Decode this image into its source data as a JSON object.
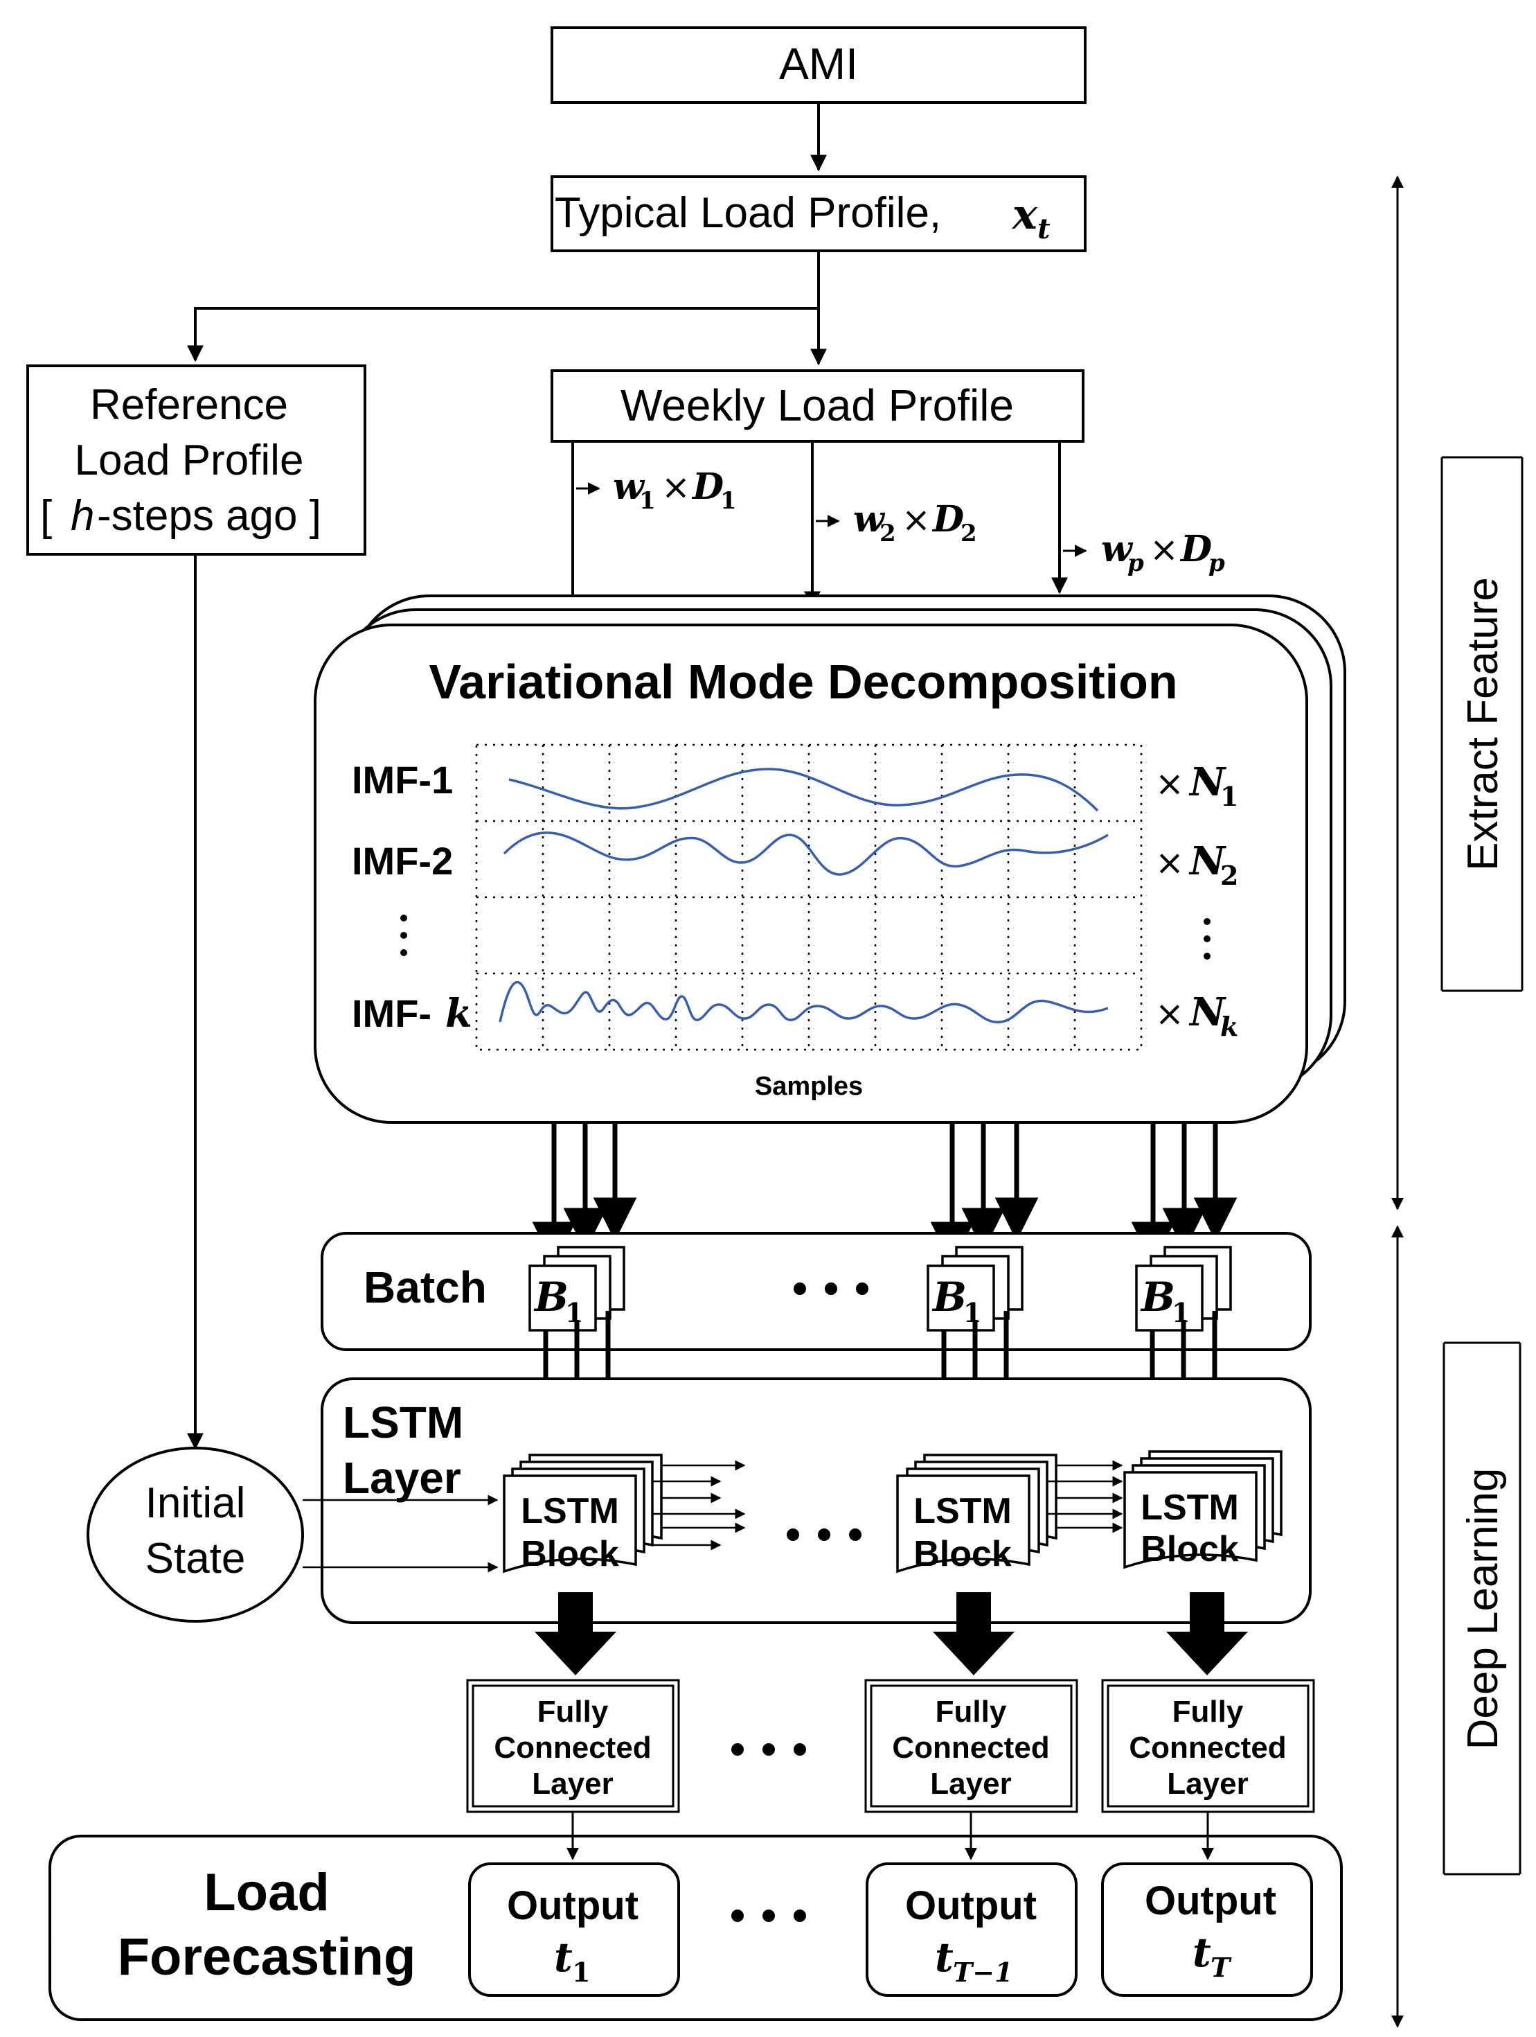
{
  "nodes": {
    "ami": "AMI",
    "typical": {
      "label": "Typical Load Profile, ",
      "var": "x",
      "sub": "t"
    },
    "reference": {
      "line1": "Reference",
      "line2": "Load Profile",
      "line3_open": "[ ",
      "line3_var": "h",
      "line3_rest": "-steps ago ]"
    },
    "weekly": "Weekly Load Profile"
  },
  "weights": [
    {
      "w": "w",
      "w_sub": "1",
      "times": "×",
      "d": "D",
      "d_sub": "1"
    },
    {
      "w": "w",
      "w_sub": "2",
      "times": "×",
      "d": "D",
      "d_sub": "2"
    },
    {
      "w": "w",
      "w_sub": "p",
      "times": "×",
      "d": "D",
      "d_sub": "p"
    }
  ],
  "vmd": {
    "title": "Variational Mode Decomposition",
    "imfs": [
      "IMF-1",
      "IMF-2",
      "IMF-"
    ],
    "imf_k_var": "k",
    "multipliers": [
      {
        "times": "×",
        "n": "N",
        "sub": "1"
      },
      {
        "times": "×",
        "n": "N",
        "sub": "2"
      },
      {
        "times": "×",
        "n": "N",
        "sub": "k"
      }
    ],
    "samples_label": "Samples"
  },
  "batch": {
    "label": "Batch",
    "block_var": "B",
    "block_sub": "1"
  },
  "lstm": {
    "layer_line1": "LSTM",
    "layer_line2": "Layer",
    "block_line1": "LSTM",
    "block_line2": "Block"
  },
  "initial_state": {
    "line1": "Initial",
    "line2": "State"
  },
  "fc": {
    "line1": "Fully",
    "line2": "Connected",
    "line3": "Layer"
  },
  "forecast": {
    "line1": "Load",
    "line2": "Forecasting",
    "output_label": "Output",
    "outputs": [
      {
        "var": "t",
        "sub": "1"
      },
      {
        "var": "t",
        "sub": "T−1"
      },
      {
        "var": "t",
        "sub": "T"
      }
    ]
  },
  "ellipsis": "• • •",
  "side_labels": {
    "extract": "Extract Feature",
    "deep": "Deep Learning"
  }
}
